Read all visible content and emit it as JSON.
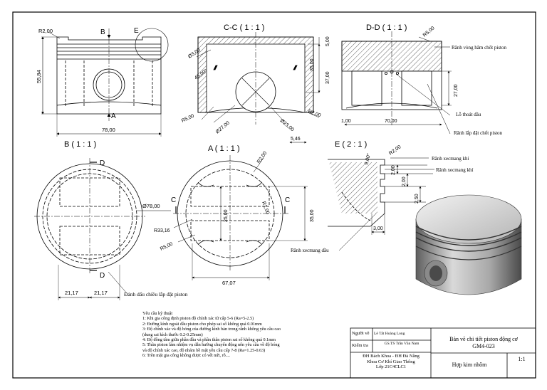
{
  "views": {
    "main": {
      "label_b": "B",
      "label_e": "E",
      "label_a": "A",
      "r_top": "R2,00",
      "height": "55,84",
      "width": "78,00"
    },
    "cc": {
      "title": "C-C ( 1 : 1 )",
      "d_hole": "Ø3,00",
      "angle": "45,00°",
      "d5": "5,00",
      "d35": "35,00",
      "d37": "37,00",
      "r5": "R5,00",
      "d27": "Ø27,00",
      "d23": "Ø23,00",
      "r2": "R2,00",
      "w546": "5,46"
    },
    "dd": {
      "title": "D-D ( 1 : 1 )",
      "r5": "R5,00",
      "d27": "27,00",
      "d100": "1,00",
      "d70": "70,00",
      "call_ring": "Rãnh vòng hãm chốt piston",
      "call_oil": "Lỗ thoát dầu",
      "call_pin": "Rãnh lắp đặt chốt piston"
    },
    "b": {
      "title": "B ( 1 : 1 )",
      "label_d": "D",
      "d78": "Ø78,00",
      "w1": "21,17",
      "w2": "21,17",
      "call_mark": "Đánh dấu chiều lắp đặt piston"
    },
    "a": {
      "title": "A ( 1 : 1 )",
      "label_c": "C",
      "r200": "R2,00",
      "r100": "R1,00",
      "d25": "25,00",
      "d35": "35,00",
      "r33": "R33,16",
      "r5": "R5,00",
      "w67": "67,07"
    },
    "e": {
      "title": "E ( 2 : 1 )",
      "r2": "R2,00",
      "ang": "9,00°",
      "d200a": "2,00",
      "d200b": "2,00",
      "d250": "2,50",
      "d300": "3,00",
      "call_gas1": "Rãnh xecmang khí",
      "call_gas2": "Rãnh xecmang khí",
      "call_oil": "Rãnh xecmang dầu"
    }
  },
  "notes": {
    "title": "Yêu cầu kỹ thuật",
    "lines": [
      "1: Khi gia công định piston độ chính xác từ cấp 5-6 (Ra=5-2.5)",
      "2: Đường kính ngoài đầu piston cho phép sai số không quá 0.01mm",
      "3: Độ chính xác và độ bóng của đường kính bản trong rãnh không yêu cầu cao",
      "(dung sai kích thước 0.2-0.25mm)",
      "4: Độ đồng tâm giữa phần đầu và phần thân piston sai số không quá 0.1mm",
      "5: Thân piston làm nhiệm vụ dẫn hướng chuyển động nên yêu cầu về độ bóng",
      "và độ chính xác cao, độ nhám bề mặt yêu cầu cấp 7-8 (Ra=1.25-0.63)",
      "6: Trên mặt gia công không được có vết nứt, rỗ...."
    ]
  },
  "titleblock": {
    "drawn_label": "Người vẽ",
    "drawn_name": "Lê Tất Hoàng Long",
    "check_label": "Kiểm tra",
    "check_name": "GS.TS Trần Văn Nam",
    "school": "ĐH Bách Khoa - ĐH Đà Nẵng",
    "faculty": "Khoa Cơ Khí Giao Thông",
    "class": "Lớp 21C4CLC1",
    "title": "Bản vẽ chi tiết piston động cơ",
    "code": "GM4-023",
    "material": "Hợp kim nhôm",
    "scale": "1:1"
  }
}
